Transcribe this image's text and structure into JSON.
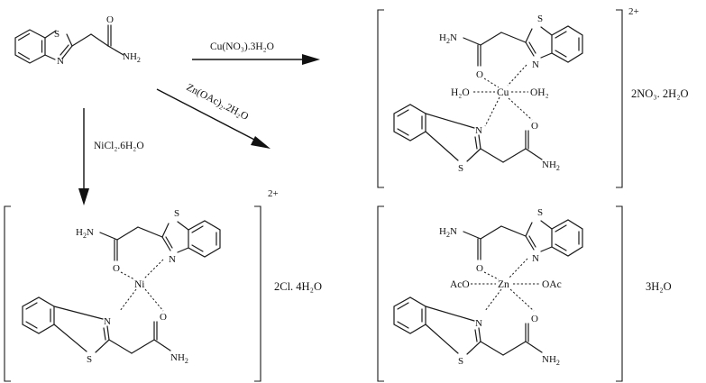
{
  "atoms": {
    "S": "S",
    "N": "N",
    "O": "O",
    "NH": "NH",
    "H": "H",
    "H2": "H",
    "sub2": "2"
  },
  "metals": {
    "cu": "Cu",
    "ni": "Ni",
    "zn": "Zn"
  },
  "ligands": {
    "water": "H₂O",
    "water_left": "H₂O",
    "water_right": "OH₂",
    "acetate_left": "AcO",
    "acetate_right": "OAc"
  },
  "reagents": {
    "cu": "Cu(NO₃).3H₂O",
    "zn": "Zn(OAc)₂.2H₂O",
    "ni": "NiCl₂.6H₂O"
  },
  "charges": {
    "cu": "2+",
    "ni": "2+"
  },
  "counterions": {
    "cu": "2NO₃. 2H₂O",
    "ni": "2Cl. 4H₂O",
    "zn": "3H₂O"
  }
}
